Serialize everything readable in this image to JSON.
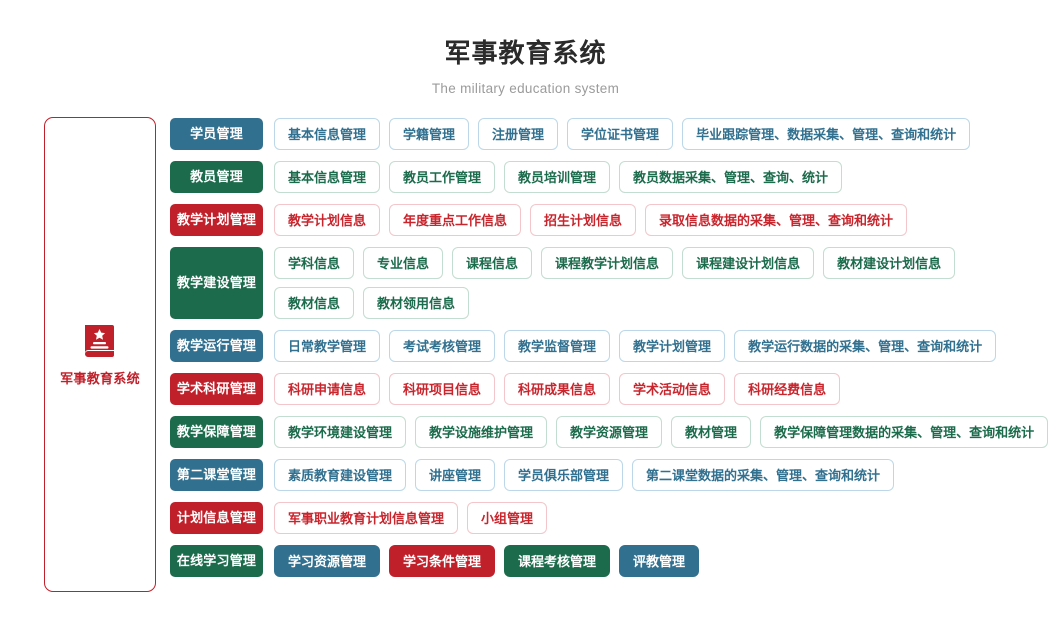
{
  "header": {
    "title": "军事教育系统",
    "subtitle": "The military education system"
  },
  "colors": {
    "blue": "#31708f",
    "green": "#1c6b4c",
    "red": "#c0202a",
    "title": "#2b2b2b",
    "subtitle": "#9b9b9b"
  },
  "sidebar": {
    "icon": "book-icon",
    "label": "军事教育系统"
  },
  "rows": [
    {
      "category": "学员管理",
      "color": "blue",
      "style": "outline",
      "items": [
        "基本信息管理",
        "学籍管理",
        "注册管理",
        "学位证书管理",
        "毕业跟踪管理、数据采集、管理、查询和统计"
      ]
    },
    {
      "category": "教员管理",
      "color": "green",
      "style": "outline",
      "items": [
        "基本信息管理",
        "教员工作管理",
        "教员培训管理",
        "教员数据采集、管理、查询、统计"
      ]
    },
    {
      "category": "教学计划管理",
      "color": "red",
      "style": "outline",
      "items": [
        "教学计划信息",
        "年度重点工作信息",
        "招生计划信息",
        "录取信息数据的采集、管理、查询和统计"
      ]
    },
    {
      "category": "教学建设管理",
      "color": "green",
      "style": "outline",
      "tall": true,
      "items": [
        "学科信息",
        "专业信息",
        "课程信息",
        "课程教学计划信息",
        "课程建设计划信息",
        "教材建设计划信息",
        "教材信息",
        "教材领用信息"
      ]
    },
    {
      "category": "教学运行管理",
      "color": "blue",
      "style": "outline",
      "items": [
        "日常教学管理",
        "考试考核管理",
        "教学监督管理",
        "教学计划管理",
        "教学运行数据的采集、管理、查询和统计"
      ]
    },
    {
      "category": "学术科研管理",
      "color": "red",
      "style": "outline",
      "items": [
        "科研申请信息",
        "科研项目信息",
        "科研成果信息",
        "学术活动信息",
        "科研经费信息"
      ]
    },
    {
      "category": "教学保障管理",
      "color": "green",
      "style": "outline",
      "items": [
        "教学环境建设管理",
        "教学设施维护管理",
        "教学资源管理",
        "教材管理",
        "教学保障管理数据的采集、管理、查询和统计"
      ]
    },
    {
      "category": "第二课堂管理",
      "color": "blue",
      "style": "outline",
      "items": [
        "素质教育建设管理",
        "讲座管理",
        "学员俱乐部管理",
        "第二课堂数据的采集、管理、查询和统计"
      ]
    },
    {
      "category": "计划信息管理",
      "color": "red",
      "style": "outline",
      "items": [
        "军事职业教育计划信息管理",
        "小组管理"
      ]
    },
    {
      "category": "在线学习管理",
      "color": "green",
      "style": "filled",
      "items": [
        {
          "label": "学习资源管理",
          "color": "blue"
        },
        {
          "label": "学习条件管理",
          "color": "red"
        },
        {
          "label": "课程考核管理",
          "color": "green"
        },
        {
          "label": "评教管理",
          "color": "blue"
        }
      ]
    }
  ]
}
